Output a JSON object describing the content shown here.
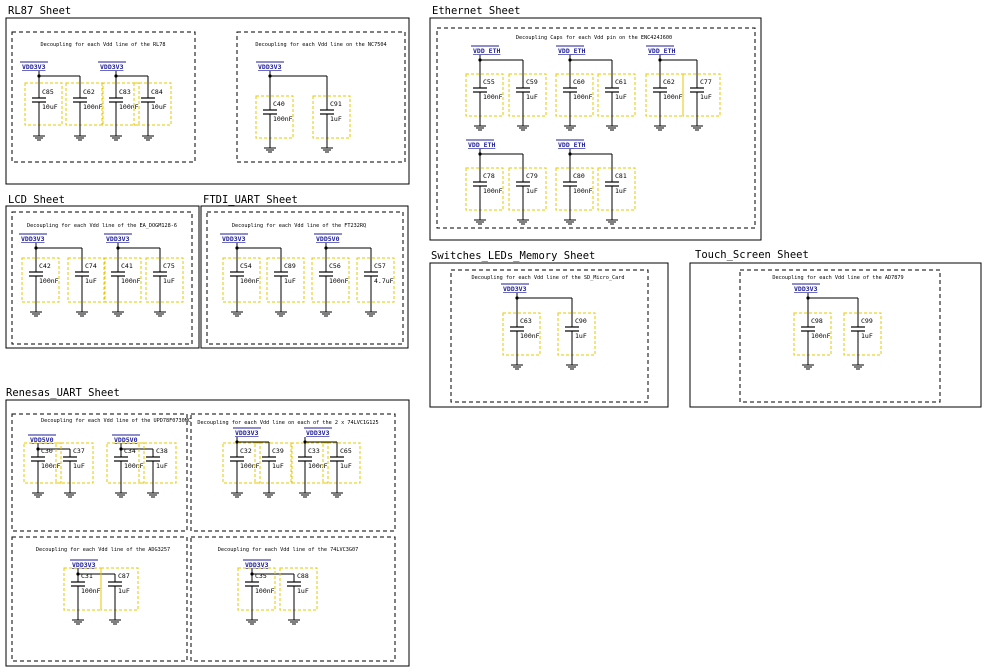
{
  "sheets": [
    {
      "title": "RL87 Sheet",
      "blocks": [
        {
          "note": "Decoupling for each Vdd line of the RL78",
          "nets": [
            {
              "name": "VDD3V3",
              "caps": [
                {
                  "ref": "C85",
                  "val": "10uF"
                },
                {
                  "ref": "C62",
                  "val": "100nF"
                }
              ]
            },
            {
              "name": "VDD3V3",
              "caps": [
                {
                  "ref": "C83",
                  "val": "100nF"
                },
                {
                  "ref": "C84",
                  "val": "10uF"
                }
              ]
            }
          ]
        },
        {
          "note": "Decoupling for each Vdd line on the NC7504",
          "nets": [
            {
              "name": "VDD3V3",
              "caps": [
                {
                  "ref": "C40",
                  "val": "100nF"
                },
                {
                  "ref": "C91",
                  "val": "1uF"
                }
              ]
            }
          ]
        }
      ]
    },
    {
      "title": "Ethernet Sheet",
      "blocks": [
        {
          "note": "Decoupling Caps for each Vdd pin on the ENC424J600",
          "nets": [
            {
              "name": "VDD_ETH",
              "caps": [
                {
                  "ref": "C55",
                  "val": "100nF"
                },
                {
                  "ref": "C59",
                  "val": "1uF"
                }
              ]
            },
            {
              "name": "VDD_ETH",
              "caps": [
                {
                  "ref": "C60",
                  "val": "100nF"
                },
                {
                  "ref": "C61",
                  "val": "1uF"
                }
              ]
            },
            {
              "name": "VDD_ETH",
              "caps": [
                {
                  "ref": "C62",
                  "val": "100nF"
                },
                {
                  "ref": "C77",
                  "val": "1uF"
                }
              ]
            },
            {
              "name": "VDD_ETH",
              "caps": [
                {
                  "ref": "C78",
                  "val": "100nF"
                },
                {
                  "ref": "C79",
                  "val": "1uF"
                }
              ]
            },
            {
              "name": "VDD_ETH",
              "caps": [
                {
                  "ref": "C80",
                  "val": "100nF"
                },
                {
                  "ref": "C81",
                  "val": "1uF"
                }
              ]
            }
          ]
        }
      ]
    },
    {
      "title": "LCD Sheet",
      "blocks": [
        {
          "note": "Decoupling for each Vdd line of the EA_DOGM128-6",
          "nets": [
            {
              "name": "VDD3V3",
              "caps": [
                {
                  "ref": "C42",
                  "val": "100nF"
                },
                {
                  "ref": "C74",
                  "val": "1uF"
                }
              ]
            },
            {
              "name": "VDD3V3",
              "caps": [
                {
                  "ref": "C41",
                  "val": "100nF"
                },
                {
                  "ref": "C75",
                  "val": "1uF"
                }
              ]
            }
          ]
        }
      ]
    },
    {
      "title": "FTDI_UART Sheet",
      "blocks": [
        {
          "note": "Decoupling for each Vdd line of the FT232RQ",
          "nets": [
            {
              "name": "VDD3V3",
              "caps": [
                {
                  "ref": "C54",
                  "val": "100nF"
                },
                {
                  "ref": "C89",
                  "val": "1uF"
                }
              ]
            },
            {
              "name": "VDD5V0",
              "caps": [
                {
                  "ref": "C56",
                  "val": "100nF"
                },
                {
                  "ref": "C57",
                  "val": "4.7uF"
                }
              ]
            }
          ]
        }
      ]
    },
    {
      "title": "Switches_LEDs_Memory Sheet",
      "blocks": [
        {
          "note": "Decoupling for each Vdd line of the SD_Micro_Card",
          "nets": [
            {
              "name": "VDD3V3",
              "caps": [
                {
                  "ref": "C63",
                  "val": "100nF"
                },
                {
                  "ref": "C90",
                  "val": "1uF"
                }
              ]
            }
          ]
        }
      ]
    },
    {
      "title": "Touch_Screen Sheet",
      "blocks": [
        {
          "note": "Decoupling for each Vdd line of the AD7879",
          "nets": [
            {
              "name": "VDD3V3",
              "caps": [
                {
                  "ref": "C98",
                  "val": "100nF"
                },
                {
                  "ref": "C99",
                  "val": "1uF"
                }
              ]
            }
          ]
        }
      ]
    },
    {
      "title": "Renesas_UART Sheet",
      "blocks": [
        {
          "note": "Decoupling for each Vdd line of the UPD78F0730MC",
          "nets": [
            {
              "name": "VDD5V0",
              "caps": [
                {
                  "ref": "C30",
                  "val": "100nF"
                },
                {
                  "ref": "C37",
                  "val": "1uF"
                }
              ]
            },
            {
              "name": "VDD5V0",
              "caps": [
                {
                  "ref": "C34",
                  "val": "100nF"
                },
                {
                  "ref": "C38",
                  "val": "1uF"
                }
              ]
            }
          ]
        },
        {
          "note": "Decoupling for each Vdd line on each of the 2 x 74LVC1G125",
          "nets": [
            {
              "name": "VDD3V3",
              "caps": [
                {
                  "ref": "C32",
                  "val": "100nF"
                },
                {
                  "ref": "C39",
                  "val": "1uF"
                }
              ]
            },
            {
              "name": "VDD3V3",
              "caps": [
                {
                  "ref": "C33",
                  "val": "100nF"
                },
                {
                  "ref": "C65",
                  "val": "1uF"
                }
              ]
            }
          ]
        },
        {
          "note": "Decoupling for each Vdd line of the ADG3257",
          "nets": [
            {
              "name": "VDD3V3",
              "caps": [
                {
                  "ref": "C31",
                  "val": "100nF"
                },
                {
                  "ref": "C87",
                  "val": "1uF"
                }
              ]
            }
          ]
        },
        {
          "note": "Decoupling for each Vdd line of the 74LVC3G07",
          "nets": [
            {
              "name": "VDD3V3",
              "caps": [
                {
                  "ref": "C35",
                  "val": "100nF"
                },
                {
                  "ref": "C88",
                  "val": "1uF"
                }
              ]
            }
          ]
        }
      ]
    }
  ],
  "colors": {
    "line": "#000000",
    "net_label": "#1e1e9c",
    "highlight": "#e8c800",
    "background": "#ffffff"
  }
}
